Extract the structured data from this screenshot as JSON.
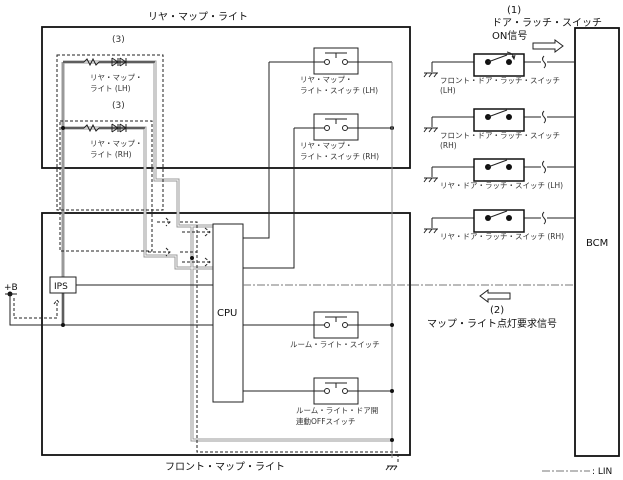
{
  "title_rear": "リヤ・マップ・ライト",
  "title_front": "フロント・マップ・ライト",
  "rear_lamps": [
    {
      "num": "(3)",
      "label1": "リヤ・マップ・",
      "label2": "ライト (LH)"
    },
    {
      "num": "(3)",
      "label1": "リヤ・マップ・",
      "label2": "ライト (RH)"
    }
  ],
  "rear_switches": [
    {
      "label1": "リヤ・マップ・",
      "label2": "ライト・スイッチ (LH)"
    },
    {
      "label1": "リヤ・マップ・",
      "label2": "ライト・スイッチ (RH)"
    }
  ],
  "front_switches": [
    {
      "label1": "ルーム・ライト・スイッチ",
      "label2": ""
    },
    {
      "label1": "ルーム・ライト・ドア開",
      "label2": "連動OFFスイッチ"
    }
  ],
  "door_switches": [
    {
      "label1": "フロント・ドア・ラッチ・スイッチ",
      "label2": "(LH)"
    },
    {
      "label1": "フロント・ドア・ラッチ・スイッチ",
      "label2": "(RH)"
    },
    {
      "label1": "リヤ・ドア・ラッチ・スイッチ (LH)",
      "label2": ""
    },
    {
      "label1": "リヤ・ドア・ラッチ・スイッチ (RH)",
      "label2": ""
    }
  ],
  "signal1": {
    "num": "(1)",
    "line1": "ドア・ラッチ・スイッチ",
    "line2": "ON信号"
  },
  "signal2": {
    "num": "(2)",
    "line1": "マップ・ライト点灯要求信号"
  },
  "ips": "IPS",
  "cpu": "CPU",
  "bcm": "BCM",
  "power": "+B",
  "legend": {
    "text": ": LIN"
  }
}
